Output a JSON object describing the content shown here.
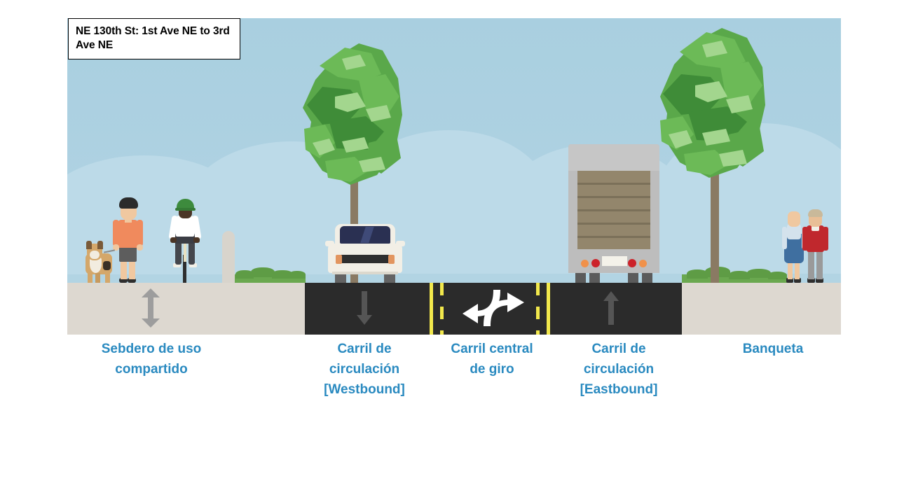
{
  "title_box": {
    "text": "NE 130th St: 1st Ave NE to 3rd Ave NE"
  },
  "theme": {
    "caption_color": "#2a8ac0",
    "sky_color": "#a9cfe0",
    "cloud_color": "#bcdae8",
    "road_color": "#2b2b2b",
    "sidewalk_color": "#ddd8d0",
    "lane_line_color": "#f2e84c",
    "arrow_color": "#555555",
    "path_arrow_color": "#9d9d9d",
    "grass_color": "#6aa84f",
    "tree_trunk_color": "#8a7a63"
  },
  "cross_section": {
    "name": "street-cross-section",
    "segments": [
      {
        "id": "shared-use-path",
        "caption": "Sebdero de uso compartido",
        "surface": "sidewalk",
        "marking": "two-way-double-arrow"
      },
      {
        "id": "westbound-travel-lane",
        "caption": "Carril de circulación [Westbound]",
        "surface": "road",
        "marking": "down-arrow"
      },
      {
        "id": "center-turn-lane",
        "caption": "Carril central de giro",
        "surface": "road",
        "marking": "two-way-left-turn-arrows"
      },
      {
        "id": "eastbound-travel-lane",
        "caption": "Carril de circulación [Eastbound]",
        "surface": "road",
        "marking": "up-arrow"
      },
      {
        "id": "sidewalk",
        "caption": "Banqueta",
        "surface": "sidewalk",
        "marking": "none"
      }
    ]
  },
  "captions": {
    "shared_path": "Sebdero de uso\ncompartido",
    "shared_path_line1": "Sebdero de uso",
    "shared_path_line2": "compartido",
    "westbound_line1": "Carril de",
    "westbound_line2": "circulación",
    "westbound_line3": "[Westbound]",
    "center_line1": "Carril central",
    "center_line2": "de giro",
    "eastbound_line1": "Carril de",
    "eastbound_line2": "circulación",
    "eastbound_line3": "[Eastbound]",
    "sidewalk": "Banqueta"
  },
  "scene_objects": {
    "pedestrian_with_dog": {
      "name": "pedestrian-with-dog",
      "shirt_color": "#f08a5d",
      "shorts_color": "#5d5d5d",
      "hair_color": "#2b2b2b",
      "skin_color": "#f0c8a0",
      "dog_color": "#d4a76a"
    },
    "cyclist": {
      "name": "cyclist",
      "helmet_color": "#3d8b3d",
      "shirt_color": "#ffffff",
      "pants_color": "#44464c",
      "skin_color": "#4a3526",
      "bike_color": "#e8e0c0"
    },
    "car": {
      "name": "car-westbound",
      "body_color": "#f2efe6",
      "window_color": "#2a3052",
      "direction": "westbound"
    },
    "truck": {
      "name": "box-truck-eastbound",
      "body_color": "#bdbdbd",
      "door_color": "#93866c",
      "direction": "eastbound",
      "tail_light_color": "#cc2229",
      "marker_light_color": "#f0914a"
    },
    "pedestrian_pair": {
      "name": "pedestrian-pair",
      "person_a_dress_color": "#3f6fa0",
      "person_a_hair_color": "#6d4a3a",
      "person_b_sweater_color": "#c0282d",
      "person_b_pants_color": "#9a9a9a"
    },
    "trees": [
      {
        "name": "street-tree-left",
        "foliage": "#4f9e45"
      },
      {
        "name": "street-tree-right",
        "foliage": "#4f9e45"
      }
    ],
    "bollard": {
      "name": "path-bollard",
      "color": "#d8d4cc"
    }
  }
}
